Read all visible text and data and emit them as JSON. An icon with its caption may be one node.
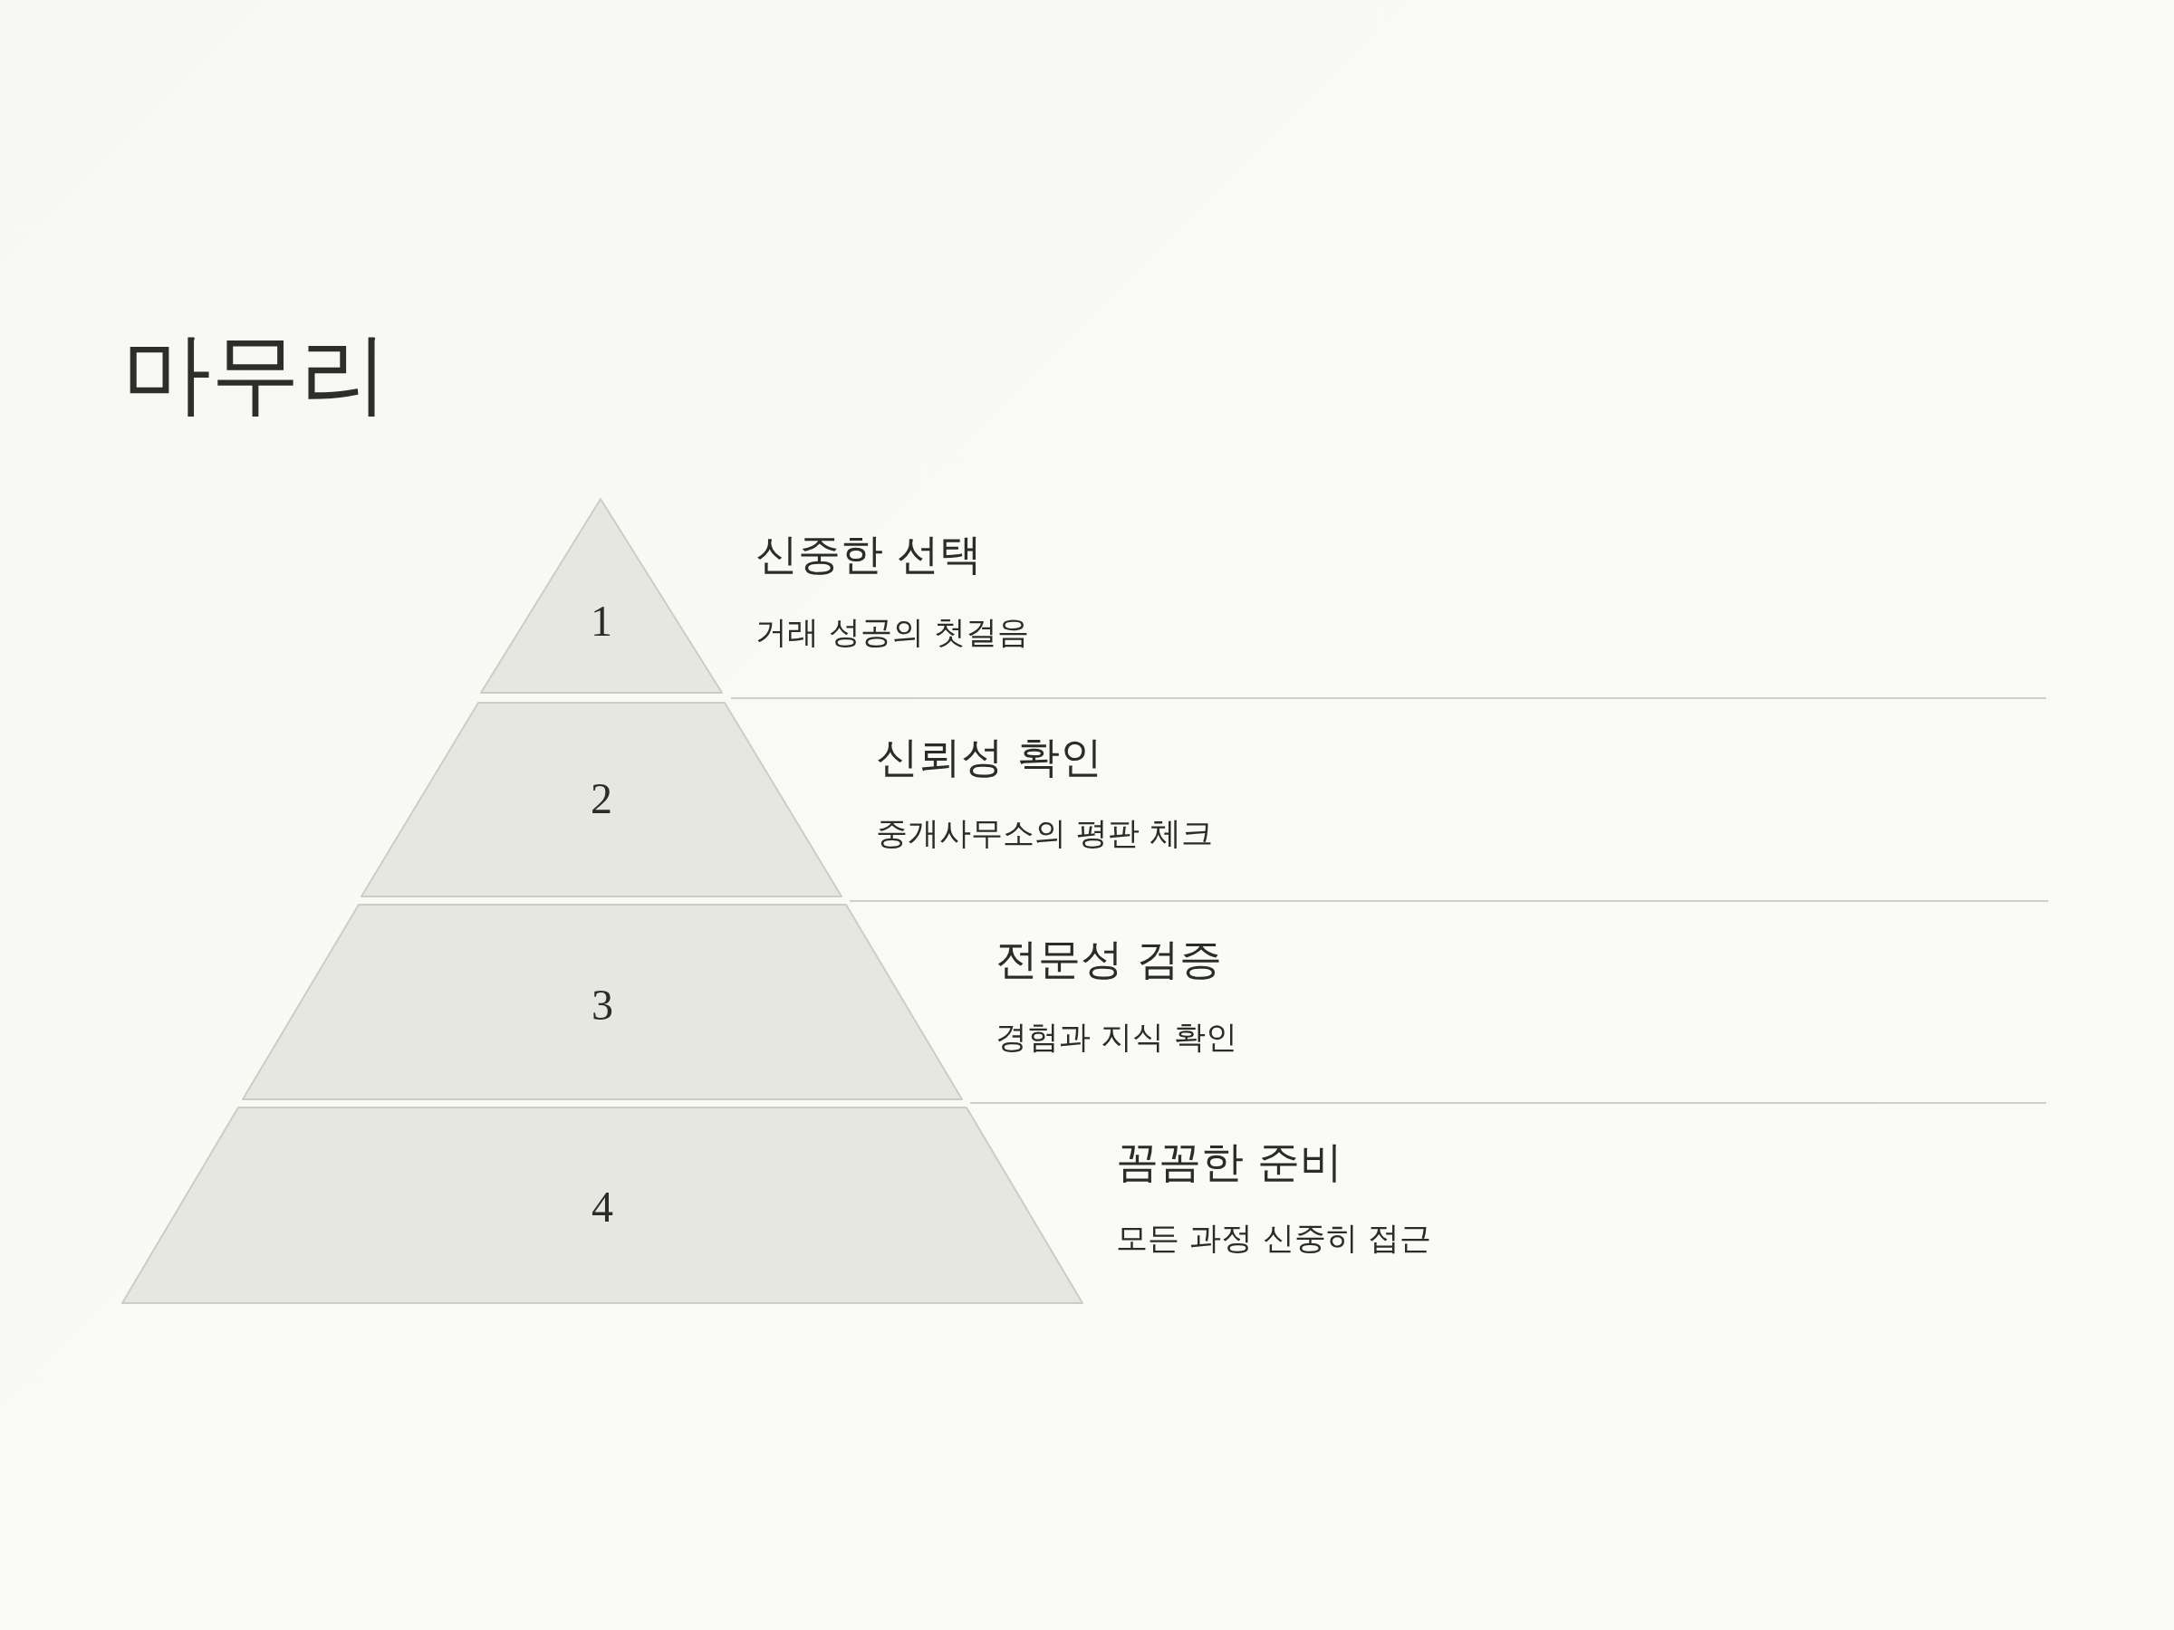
{
  "diagram": {
    "title": "마무리",
    "nodes": [
      {
        "text": [
          "1"
        ],
        "beside": [
          "신중한 선택",
          "거래 성공의 첫걸음"
        ]
      },
      {
        "text": [
          "2"
        ],
        "beside": [
          "신뢰성 확인",
          "중개사무소의 평판 체크"
        ]
      },
      {
        "text": [
          "3"
        ],
        "beside": [
          "전문성 검증",
          "경험과 지식 확인"
        ]
      },
      {
        "text": [
          "4"
        ],
        "beside": [
          "꼼꼼한 준비",
          "모든 과정 신중히 접근"
        ]
      }
    ]
  }
}
